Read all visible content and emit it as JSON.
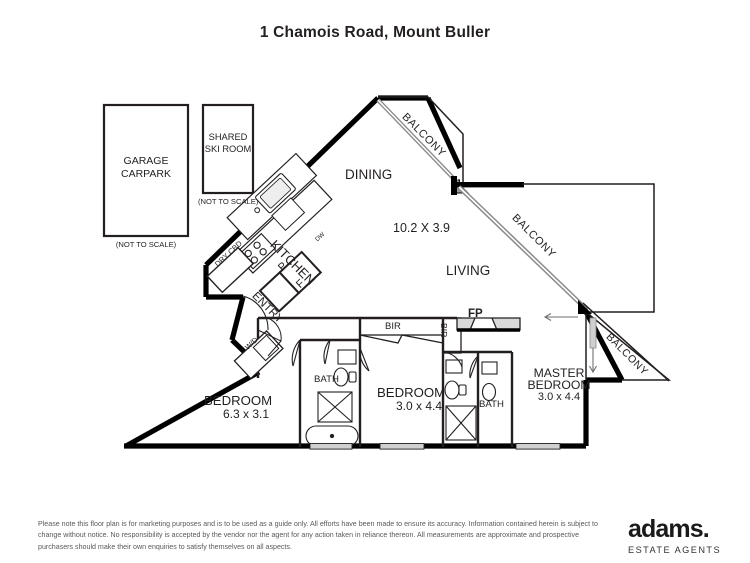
{
  "page": {
    "title": "1 Chamois Road, Mount Buller",
    "background": "#ffffff",
    "ink": "#231f20"
  },
  "offplan": {
    "garage": {
      "label_line1": "GARAGE",
      "label_line2": "CARPARK",
      "note": "(NOT TO SCALE)"
    },
    "ski_room": {
      "label_line1": "SHARED",
      "label_line2": "SKI ROOM",
      "note": "(NOT TO SCALE)"
    }
  },
  "rooms": [
    {
      "name": "dining",
      "label": "DINING"
    },
    {
      "name": "living",
      "label": "LIVING"
    },
    {
      "name": "living-dimensions",
      "label": "10.2 X 3.9"
    },
    {
      "name": "kitchen",
      "label": "KITCHEN"
    },
    {
      "name": "entry",
      "label": "ENTRY"
    },
    {
      "name": "bedroom-2",
      "label": "BEDROOM",
      "dimensions": "6.3 x 3.1"
    },
    {
      "name": "bedroom-3",
      "label": "BEDROOM",
      "dimensions": "3.0 x 4.4"
    },
    {
      "name": "master-bedroom",
      "label_line1": "MASTER",
      "label_line2": "BEDROOM",
      "dimensions": "3.0 x 4.4"
    }
  ],
  "fixtures": {
    "dry_cupboard": "DRY CBD",
    "pantry": "P",
    "fridge": "F",
    "dishwasher": "DW",
    "washer_dryer": "W/D",
    "fireplace": "FP",
    "built_in_robe": "BIR",
    "bath_1": "BATH",
    "bath_2": "BATH",
    "bath_3": "BATH"
  },
  "balconies": [
    {
      "name": "balcony-north",
      "label": "BALCONY"
    },
    {
      "name": "balcony-east",
      "label": "BALCONY"
    },
    {
      "name": "balcony-southeast",
      "label": "BALCONY"
    }
  ],
  "footer": {
    "disclaimer": "Please note this floor plan is for marketing purposes and is to be used as a guide only. All efforts have been made to ensure its accuracy. Information contained herein is subject to change without notice. No responsibility is accepted by the vendor nor the agent for any action taken in reliance thereon. All measurements are approximate and prospective purchasers should make their own enquiries to satisfy themselves on all aspects.",
    "brand_name": "adams.",
    "brand_tagline": "ESTATE AGENTS"
  }
}
